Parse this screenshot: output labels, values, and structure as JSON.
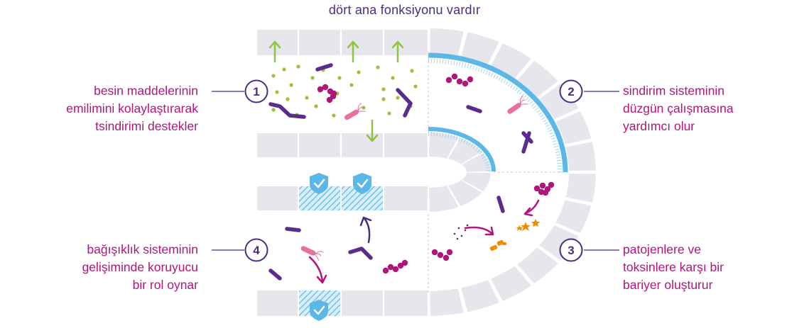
{
  "title": "dört ana fonksiyonu vardır",
  "functions": [
    {
      "number": "1",
      "lines": [
        "besin maddelerinin",
        "emilimini kolaylaştırarak",
        "tsindirimi destekler"
      ]
    },
    {
      "number": "2",
      "lines": [
        "sindirim sisteminin",
        "düzgün çalışmasına",
        "yardımcı olur"
      ]
    },
    {
      "number": "3",
      "lines": [
        "patojenlere ve",
        "toksinlere karşı bir",
        "bariyer oluşturur"
      ]
    },
    {
      "number": "4",
      "lines": [
        "bağışıklık sisteminin",
        "gelişiminde koruyucu",
        "bir rol oynar"
      ]
    }
  ],
  "colors": {
    "accent_purple": "#4b2d7f",
    "label_magenta": "#b0157a",
    "cell_gray": "#e6e6ec",
    "mucus_blue": "#5bb8e6",
    "nutrient_green": "#9ac33c",
    "bacteria_purple": "#5a2d8c",
    "bacteria_magenta": "#b0157a",
    "bacteria_pink": "#e8709e",
    "toxin_orange": "#f08c00"
  },
  "icons": [
    "shield-check-icon",
    "arrow-up-icon",
    "arrow-down-icon",
    "curved-arrow-icon",
    "bacteria-icon",
    "nutrient-dot-icon",
    "toxin-star-icon"
  ]
}
